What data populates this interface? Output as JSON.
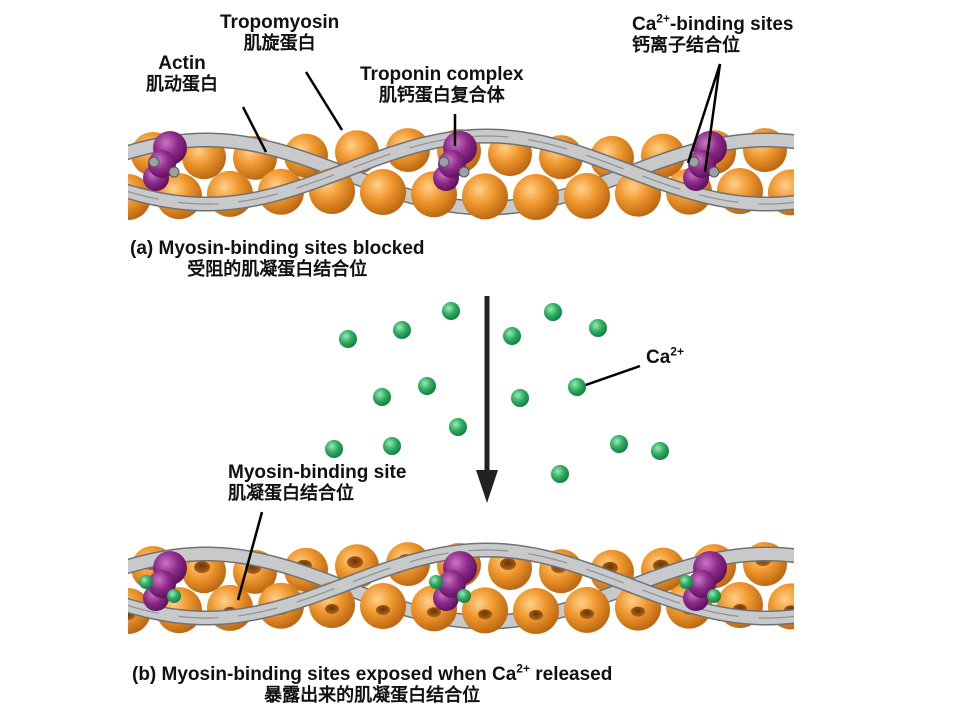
{
  "labels": {
    "actin": {
      "en": "Actin",
      "cn": "肌动蛋白"
    },
    "tropomyosin": {
      "en": "Tropomyosin",
      "cn": "肌旋蛋白"
    },
    "troponin": {
      "en": "Troponin complex",
      "cn": "肌钙蛋白复合体"
    },
    "ca_binding": {
      "en_pre": "Ca",
      "en_sup": "2+",
      "en_post": "-binding sites",
      "cn": "钙离子结合位"
    },
    "panel_a": {
      "en": "(a) Myosin-binding sites blocked",
      "cn": "受阻的肌凝蛋白结合位"
    },
    "ca_ion": {
      "en": "Ca",
      "sup": "2+"
    },
    "myosin_site": {
      "en": "Myosin-binding site",
      "cn": "肌凝蛋白结合位"
    },
    "panel_b": {
      "en_pre": "(b) Myosin-binding sites exposed when Ca",
      "en_sup": "2+",
      "en_post": " released",
      "cn": "暴露出来的肌凝蛋白结合位"
    }
  },
  "colors": {
    "actin": "#e8902a",
    "actin_dark": "#b5620f",
    "tropomyosin": "#c8c9cb",
    "tropomyosin_edge": "#6f7275",
    "troponin": "#8e2a8a",
    "calcium": "#2fae62",
    "arrow": "#222222"
  }
}
